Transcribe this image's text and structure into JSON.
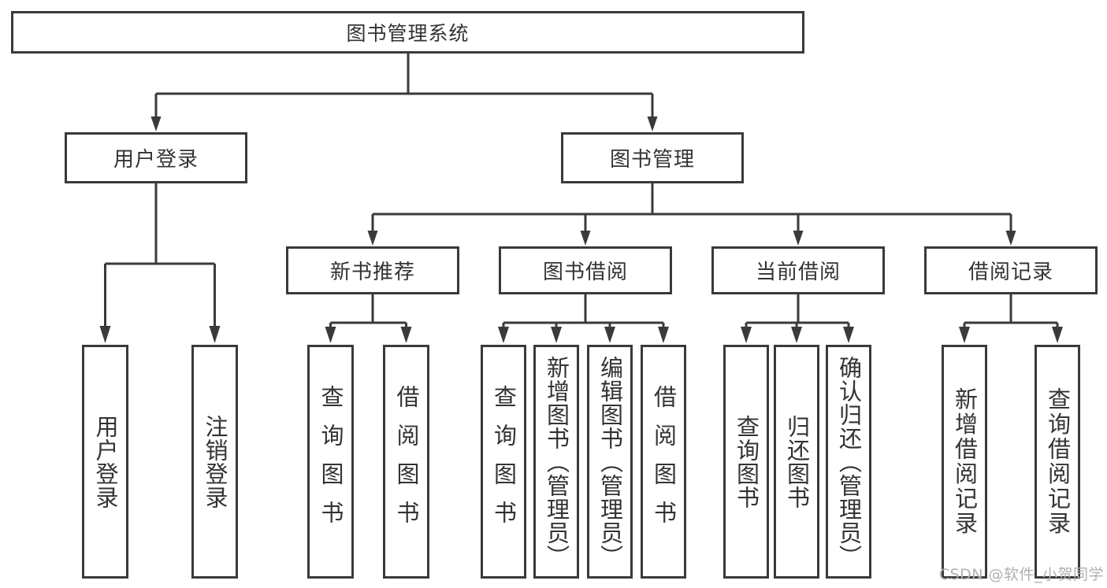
{
  "diagram": {
    "root": {
      "label": "图书管理系统"
    },
    "level2": [
      {
        "label": "用户登录"
      },
      {
        "label": "图书管理"
      }
    ],
    "level3": [
      {
        "label": "新书推荐"
      },
      {
        "label": "图书借阅"
      },
      {
        "label": "当前借阅"
      },
      {
        "label": "借阅记录"
      }
    ],
    "leaves": {
      "login": [
        {
          "label": "用户登录"
        },
        {
          "label": "注销登录"
        }
      ],
      "newbook": [
        {
          "label": "查询图书"
        },
        {
          "label": "借阅图书"
        }
      ],
      "borrow": [
        {
          "label": "查询图书"
        },
        {
          "label": "新增图书（管理员）"
        },
        {
          "label": "编辑图书（管理员）"
        },
        {
          "label": "借阅图书"
        }
      ],
      "current": [
        {
          "label": "查询图书"
        },
        {
          "label": "归还图书"
        },
        {
          "label": "确认归还（管理员）"
        }
      ],
      "records": [
        {
          "label": "新增借阅记录"
        },
        {
          "label": "查询借阅记录"
        }
      ]
    }
  },
  "watermark": {
    "text": "CSDN @软件_小贺同学"
  },
  "colors": {
    "line": "#3a3a3a",
    "box_border": "#3a3a3a",
    "text": "#333333",
    "background": "#ffffff",
    "watermark": "#b0b0b0"
  }
}
